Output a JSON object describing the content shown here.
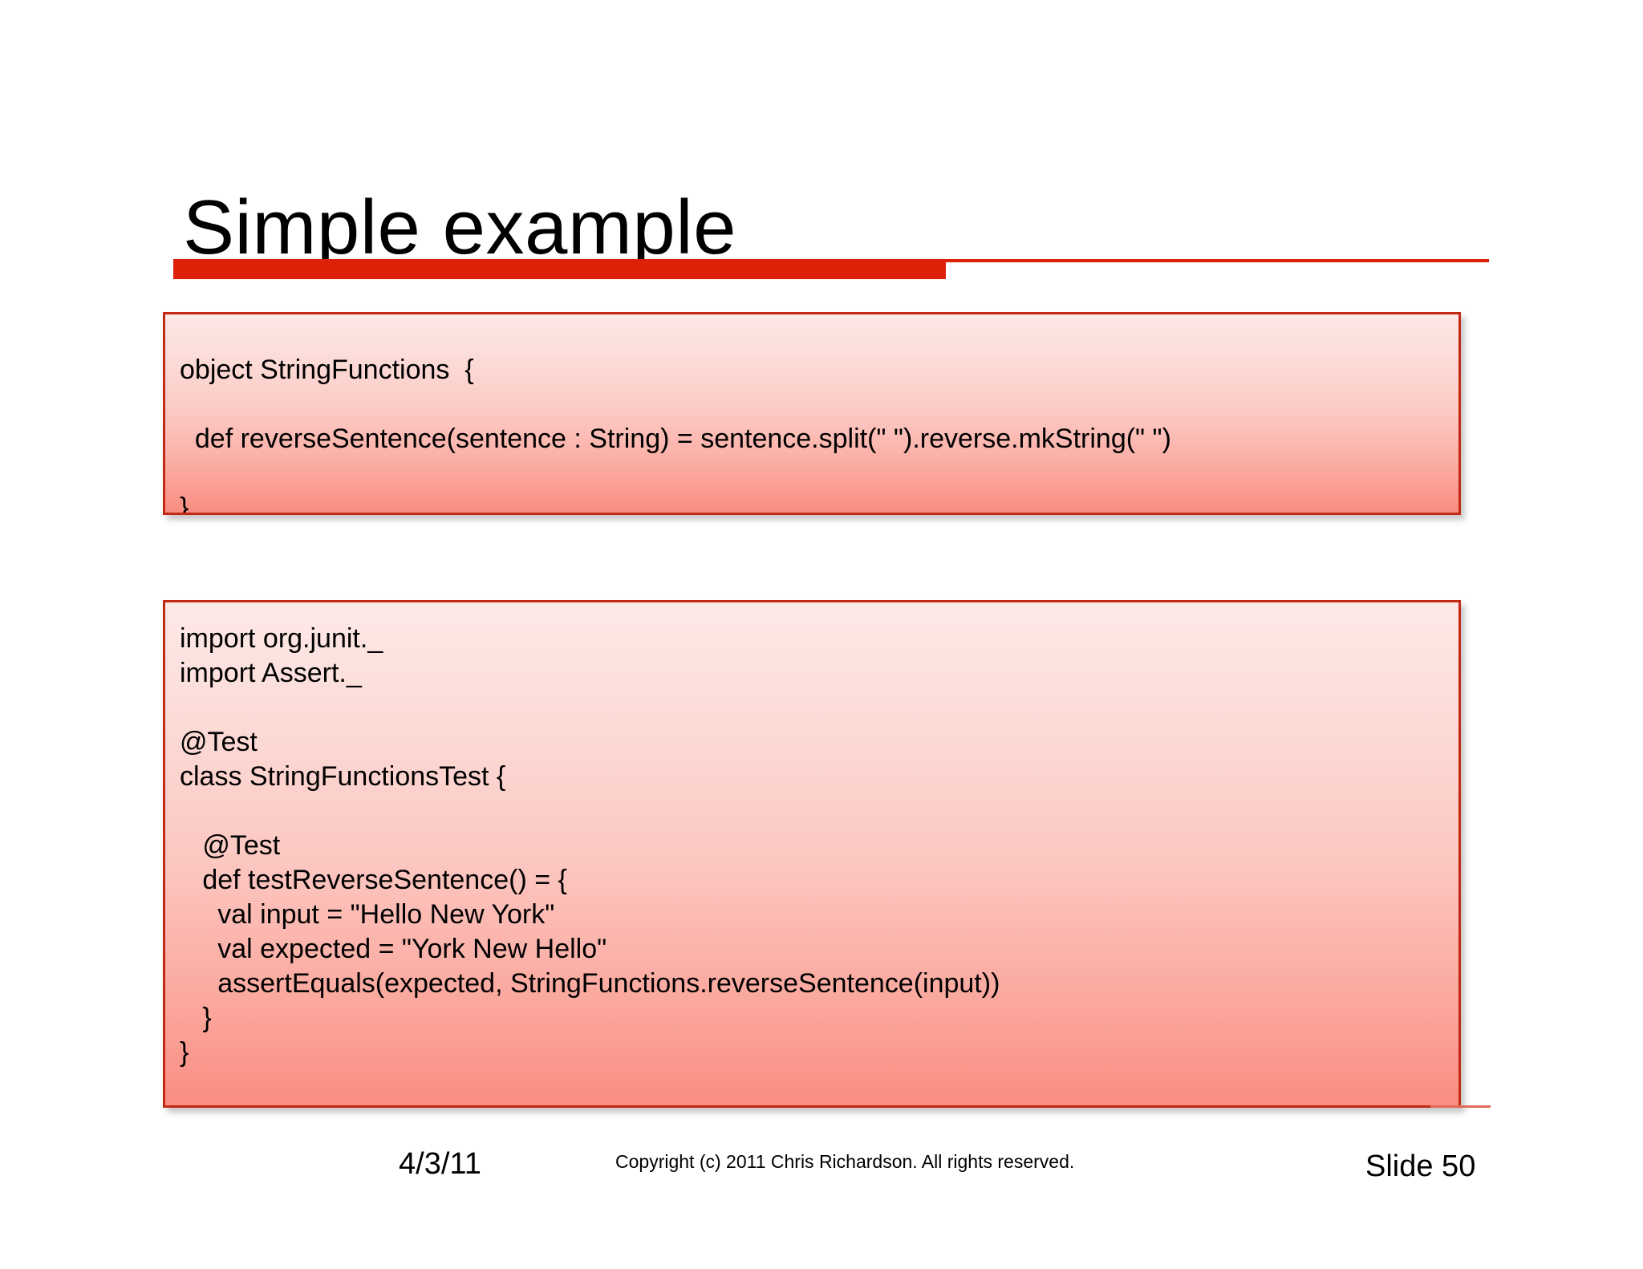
{
  "slide": {
    "title": "Simple example",
    "accent_color": "#dd2209",
    "code_box_border_color": "#c22a16",
    "code_box_gradient_top": "#fde9e7",
    "code_box_gradient_bottom": "#fa8d81"
  },
  "code_box_1": {
    "lines": [
      "object StringFunctions  {",
      "  def reverseSentence(sentence : String) = sentence.split(\" \").reverse.mkString(\" \")",
      "}"
    ]
  },
  "code_box_2": {
    "lines": [
      "import org.junit._",
      "import Assert._",
      "",
      "@Test",
      "class StringFunctionsTest {",
      "",
      "   @Test",
      "   def testReverseSentence() = {",
      "     val input = \"Hello New York\"",
      "     val expected = \"York New Hello\"",
      "     assertEquals(expected, StringFunctions.reverseSentence(input))",
      "   }",
      "}"
    ]
  },
  "footer": {
    "date": "4/3/11",
    "copyright": "Copyright (c)  2011 Chris Richardson. All rights reserved.",
    "slide_number": "Slide 50"
  }
}
